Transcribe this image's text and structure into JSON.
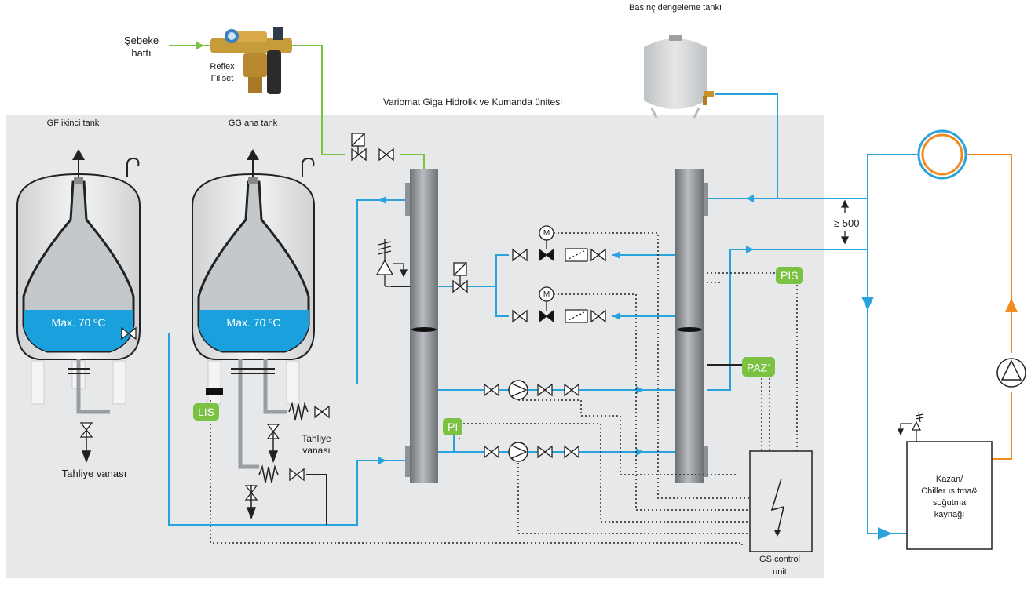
{
  "labels": {
    "sebeke_hatti_1": "Şebeke",
    "sebeke_hatti_2": "hattı",
    "reflex_1": "Reflex",
    "reflex_2": "Fillset",
    "basinc_tanki": "Basınç dengeleme tankı",
    "variomat_unit": "Variomat Giga Hidrolik ve  Kumanda ünitesi",
    "gf_tank": "GF ikinci tank",
    "gg_tank": "GG ana tank",
    "max_temp_gf": "Max. 70 ºC",
    "max_temp_gg": "Max. 70 ºC",
    "tahliye_vanasi_gf": "Tahliye vanası",
    "tahliye_gg_1": "Tahliye",
    "tahliye_gg_2": "vanası",
    "distance": "≥ 500",
    "control_unit_1": "GS control",
    "control_unit_2": "unit",
    "kazan_1": "Kazan/",
    "kazan_2": "Chiller ısıtma&",
    "kazan_3": "soğutma",
    "kazan_4": "kaynağı"
  },
  "tags": {
    "pis": "PIS",
    "paz": "PAZ",
    "paz_sup": "-",
    "lis": "LIS",
    "pi": "PI"
  },
  "symbols": {
    "motor": "M"
  },
  "colors": {
    "panel": "#e6e8ea",
    "water_line": "#2aa3dd",
    "fill_line": "#7cc242",
    "heat_line": "#f28a1e",
    "tank_water": "#1aa0dc",
    "tag_green": "#7cc242",
    "column": "#8e9297"
  }
}
